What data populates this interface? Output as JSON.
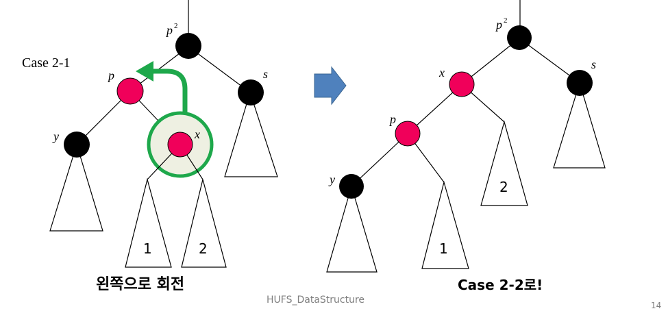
{
  "slide": {
    "title_case": "Case 2-1",
    "rotate_caption": "왼쪽으로 회전",
    "result_caption": "Case 2-2로!",
    "footer": "HUFS_DataStructure",
    "page_number": "14"
  },
  "left_tree": {
    "labels": {
      "p2": "p",
      "p2_sup": "2",
      "p": "p",
      "s": "s",
      "y": "y",
      "x": "x",
      "sub1": "1",
      "sub2": "2"
    }
  },
  "right_tree": {
    "labels": {
      "p2": "p",
      "p2_sup": "2",
      "x": "x",
      "s": "s",
      "p": "p",
      "y": "y",
      "sub1": "1",
      "sub2": "2"
    }
  },
  "colors": {
    "black_node": "#000000",
    "red_node": "#f0005a",
    "highlight_fill": "#eef0e2",
    "highlight_stroke": "#1ea84b",
    "arrow_green": "#1ea84b",
    "transition_arrow": "#4f81bd"
  }
}
